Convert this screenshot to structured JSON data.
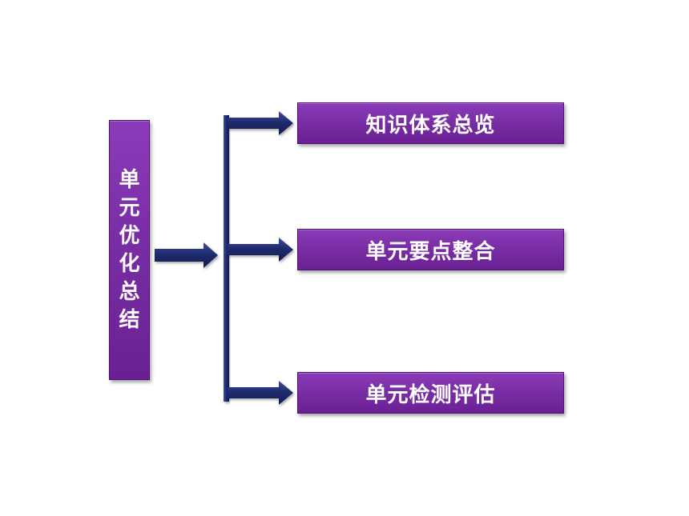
{
  "diagram": {
    "main_box": {
      "characters": [
        "单",
        "元",
        "优",
        "化",
        "总",
        "结"
      ]
    },
    "items": [
      {
        "label": "知识体系总览"
      },
      {
        "label": "单元要点整合"
      },
      {
        "label": "单元检测评估"
      }
    ],
    "colors": {
      "box_fill": "#7a2ea6",
      "arrow_fill": "#1f2b6e",
      "text": "#ffffff"
    }
  }
}
